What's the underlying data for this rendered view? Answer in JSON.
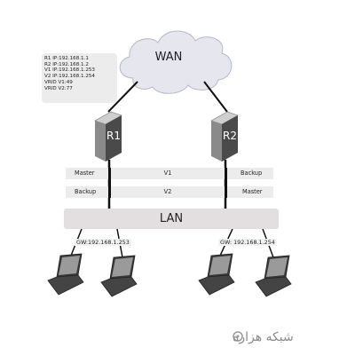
{
  "wan": {
    "label": "WAN"
  },
  "lan": {
    "label": "LAN"
  },
  "routers": {
    "r1": "R1",
    "r2": "R2"
  },
  "info_lines": [
    "R1 IP:192.168.1.1",
    "R2 IP:192.168.1.2",
    "V1 IP:192.168.1.253",
    "V2 IP:192.168.1.254",
    "VRID V1:49",
    "VRID V2:77"
  ],
  "vrrp_rows": [
    {
      "left": "Master",
      "center": "V1",
      "right": "Backup"
    },
    {
      "left": "Backup",
      "center": "V2",
      "right": "Master"
    }
  ],
  "gateways": {
    "left": "GW:192.168.1.253",
    "right": "GW: 192.168.1.254"
  },
  "watermark": "شبکه هزاره",
  "colors": {
    "cloud_fill": "#e6e6ee",
    "router_body": "#4a4a4a",
    "router_top": "#c9c9c9",
    "band": "#ececec",
    "lan_bar": "#e3dee0"
  },
  "icons": [
    "cloud-icon",
    "router-icon",
    "laptop-icon",
    "logo-icon"
  ]
}
